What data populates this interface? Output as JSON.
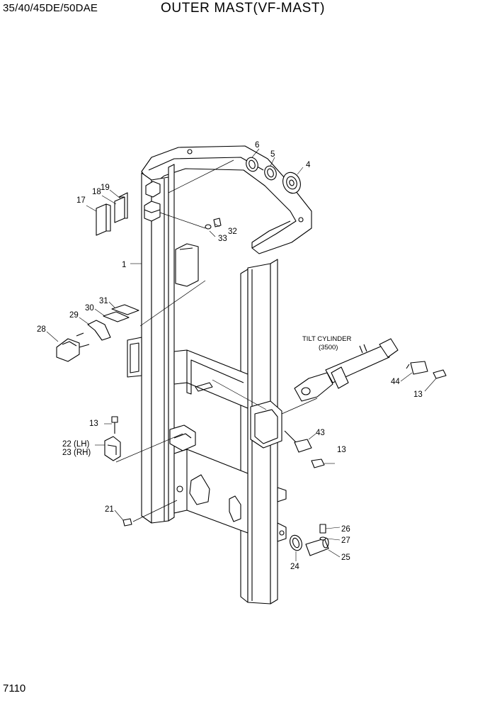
{
  "header": {
    "model": "35/40/45DE/50DAE",
    "title": "OUTER MAST(VF-MAST)"
  },
  "footer": {
    "page_number": "7110"
  },
  "labels": {
    "tilt_cylinder": "TILT CYLINDER",
    "tilt_cylinder_spec": "(3500)"
  },
  "callouts": {
    "c1": "1",
    "c4": "4",
    "c5": "5",
    "c6": "6",
    "c13a": "13",
    "c13b": "13",
    "c13c": "13",
    "c17": "17",
    "c18": "18",
    "c19": "19",
    "c21": "21",
    "c22": "22 (LH)",
    "c23": "23 (RH)",
    "c24": "24",
    "c25": "25",
    "c26": "26",
    "c27": "27",
    "c28": "28",
    "c29": "29",
    "c30": "30",
    "c31": "31",
    "c32": "32",
    "c33": "33",
    "c43": "43",
    "c44": "44"
  }
}
